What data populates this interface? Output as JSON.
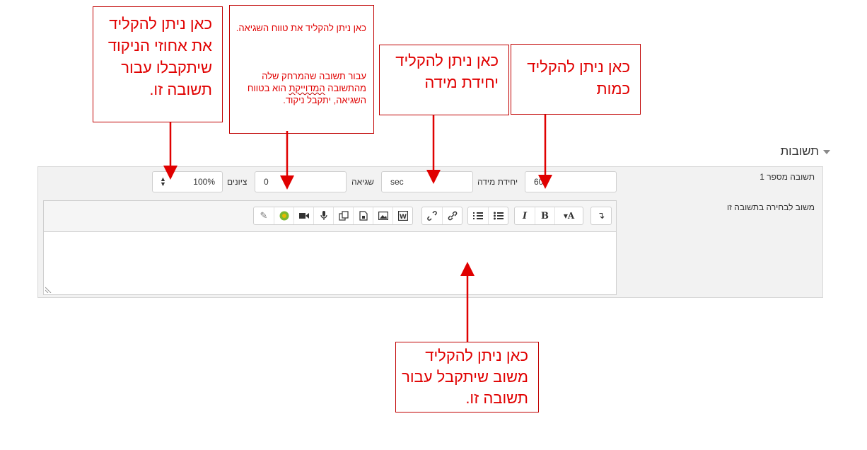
{
  "section": {
    "title": "תשובות"
  },
  "answer": {
    "row_label": "תשובה מספר 1",
    "unit_label": "יחידת מידה",
    "answer_value": "60",
    "unit_value": "sec",
    "error_label": "שגיאה",
    "error_value": "0",
    "grade_label": "ציונים",
    "grade_value": "100%",
    "feedback_label": "משוב לבחירה בתשובה זו"
  },
  "callouts": {
    "grades": "כאן ניתן להקליד את אחוזי הניקוד שיתקבלו עבור תשובה זו.",
    "error_line1": "כאן ניתן להקליד את טווח השגיאה.",
    "error_line2a": "עבור תשובה שהמרחק שלה מהתשובה",
    "error_underlined": "המדוייקת",
    "error_line2b": "הוא בטווח השגיאה,  יתקבל ניקוד.",
    "unit": "כאן ניתן להקליד יחידת מידה",
    "amount": "כאן ניתן להקליד כמות",
    "feedback": "כאן ניתן להקליד משוב שיתקבל עבור תשובה זו."
  },
  "colors": {
    "annotation_red": "#e00000",
    "panel_bg": "#f2f2f2"
  },
  "toolbar_icons": [
    "undo-icon",
    "font-color-icon",
    "bold-icon",
    "italic-icon",
    "bullet-list-icon",
    "numbered-list-icon",
    "link-icon",
    "unlink-icon",
    "word-paste-icon",
    "image-icon",
    "media-icon",
    "copy-icon",
    "record-audio-icon",
    "record-video-icon",
    "emoji-icon",
    "draw-icon"
  ]
}
